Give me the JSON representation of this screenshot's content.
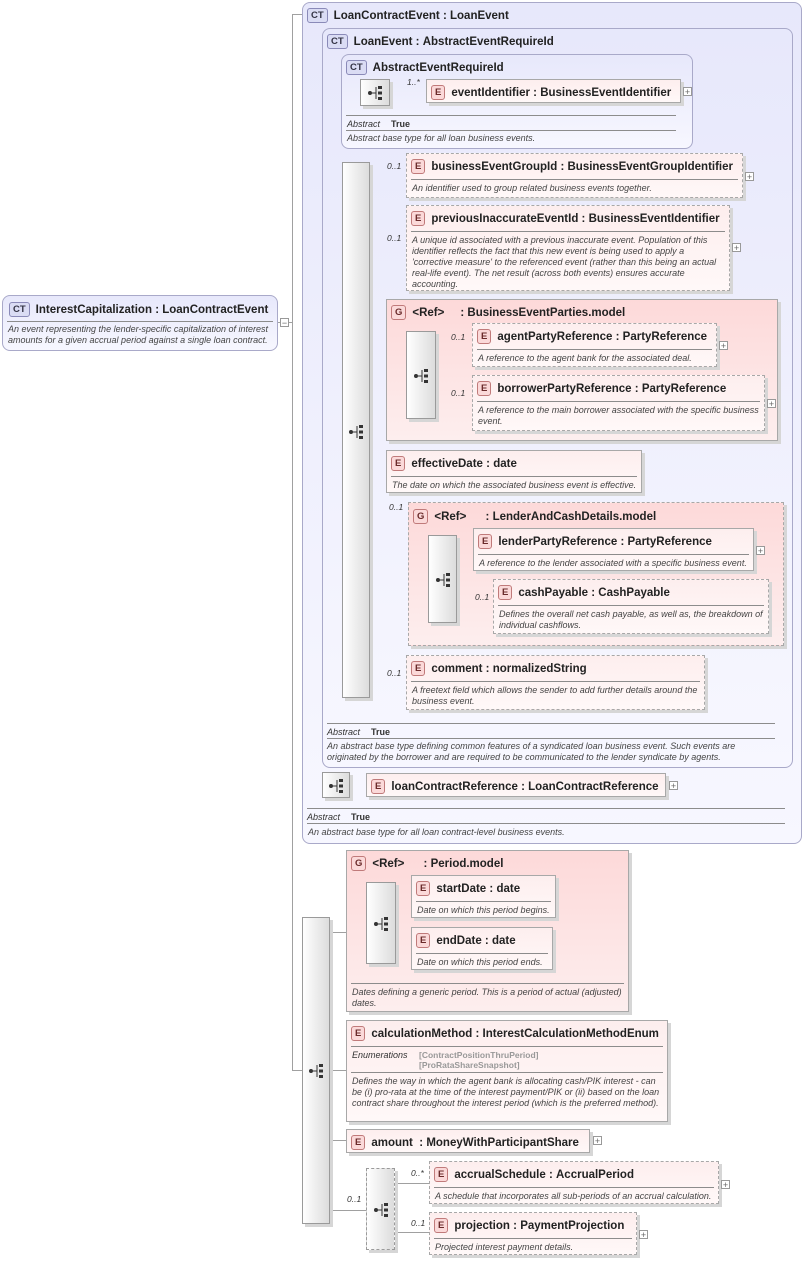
{
  "root": {
    "badge": "CT",
    "name": "InterestCapitalization",
    "type": "LoanContractEvent",
    "doc": "An event representing the lender-specific capitalization of interest amounts for a given accrual period against a single loan contract."
  },
  "loanContractEvent": {
    "badge": "CT",
    "name": "LoanContractEvent",
    "type": "LoanEvent",
    "abstract_label": "Abstract",
    "abstract_value": "True",
    "doc": "An abstract base type for all loan contract-level business events."
  },
  "loanEvent": {
    "badge": "CT",
    "name": "LoanEvent",
    "type": "AbstractEventRequireId",
    "abstract_label": "Abstract",
    "abstract_value": "True",
    "doc": "An abstract base type defining common features of a syndicated loan business event. Such events are originated by the borrower and are required to be communicated to the lender syndicate by agents."
  },
  "abstractEvent": {
    "badge": "CT",
    "name": "AbstractEventRequireId",
    "abstract_label": "Abstract",
    "abstract_value": "True",
    "doc": "Abstract base type for all loan business events.",
    "mult": "1..*",
    "element": {
      "badge": "E",
      "name": "eventIdentifier",
      "type": "BusinessEventIdentifier"
    }
  },
  "sep": ":",
  "elements": {
    "businessEventGroupId": {
      "badge": "E",
      "mult": "0..1",
      "name": "businessEventGroupId",
      "type": "BusinessEventGroupIdentifier",
      "doc": "An identifier used to group related business events together."
    },
    "previousInaccurateEventId": {
      "badge": "E",
      "mult": "0..1",
      "name": "previousInaccurateEventId",
      "type": "BusinessEventIdentifier",
      "doc": "A unique id associated with a previous inaccurate event. Population of this identifier reflects the fact that this new event is being used to apply a 'corrective measure' to the referenced event (rather than this being an actual real-life event). The net result (across both events) ensures accurate accounting."
    },
    "agentPartyReference": {
      "badge": "E",
      "mult": "0..1",
      "name": "agentPartyReference",
      "type": "PartyReference",
      "doc": "A reference to the agent bank for the associated deal."
    },
    "borrowerPartyReference": {
      "badge": "E",
      "mult": "0..1",
      "name": "borrowerPartyReference",
      "type": "PartyReference",
      "doc": "A reference to the main borrower associated with the specific business event."
    },
    "effectiveDate": {
      "badge": "E",
      "name": "effectiveDate",
      "type": "date",
      "doc": "The date on which the associated business event is effective."
    },
    "lenderPartyReference": {
      "badge": "E",
      "name": "lenderPartyReference",
      "type": "PartyReference",
      "doc": "A reference to the lender associated with a specific business event."
    },
    "cashPayable": {
      "badge": "E",
      "mult": "0..1",
      "name": "cashPayable",
      "type": "CashPayable",
      "doc": "Defines the overall net cash payable, as well as, the breakdown of individual cashflows."
    },
    "comment": {
      "badge": "E",
      "mult": "0..1",
      "name": "comment",
      "type": "normalizedString",
      "doc": "A freetext field which allows the sender to add further details around the business event."
    },
    "loanContractReference": {
      "badge": "E",
      "name": "loanContractReference",
      "type": "LoanContractReference"
    },
    "startDate": {
      "badge": "E",
      "name": "startDate",
      "type": "date",
      "doc": "Date on which this period begins."
    },
    "endDate": {
      "badge": "E",
      "name": "endDate",
      "type": "date",
      "doc": "Date on which this period ends."
    },
    "calculationMethod": {
      "badge": "E",
      "name": "calculationMethod",
      "type": "InterestCalculationMethodEnum",
      "enum_label": "Enumerations",
      "enum_values": [
        "[ContractPositionThruPeriod]",
        "[ProRataShareSnapshot]"
      ],
      "doc": "Defines the way in which the agent bank is allocating cash/PIK interest - can be (i) pro-rata at the time of the interest payment/PIK or (ii) based on the loan contract share throughout the interest period (which is the preferred method)."
    },
    "amount": {
      "badge": "E",
      "name": "amount",
      "type": "MoneyWithParticipantShare"
    },
    "accrualSchedule": {
      "badge": "E",
      "mult": "0..*",
      "name": "accrualSchedule",
      "type": "AccrualPeriod",
      "doc": "A schedule that incorporates all sub-periods of an accrual calculation."
    },
    "projection": {
      "badge": "E",
      "mult": "0..1",
      "name": "projection",
      "type": "PaymentProjection",
      "doc": "Projected interest payment details."
    }
  },
  "groups": {
    "parties": {
      "badge": "G",
      "ref": "<Ref>",
      "name": "BusinessEventParties.model"
    },
    "lender": {
      "badge": "G",
      "ref": "<Ref>",
      "mult": "0..1",
      "name": "LenderAndCashDetails.model"
    },
    "period": {
      "badge": "G",
      "ref": "<Ref>",
      "name": "Period.model",
      "doc": "Dates defining a generic period. This is a period of actual (adjusted) dates."
    }
  },
  "choice_mult": "0..1"
}
